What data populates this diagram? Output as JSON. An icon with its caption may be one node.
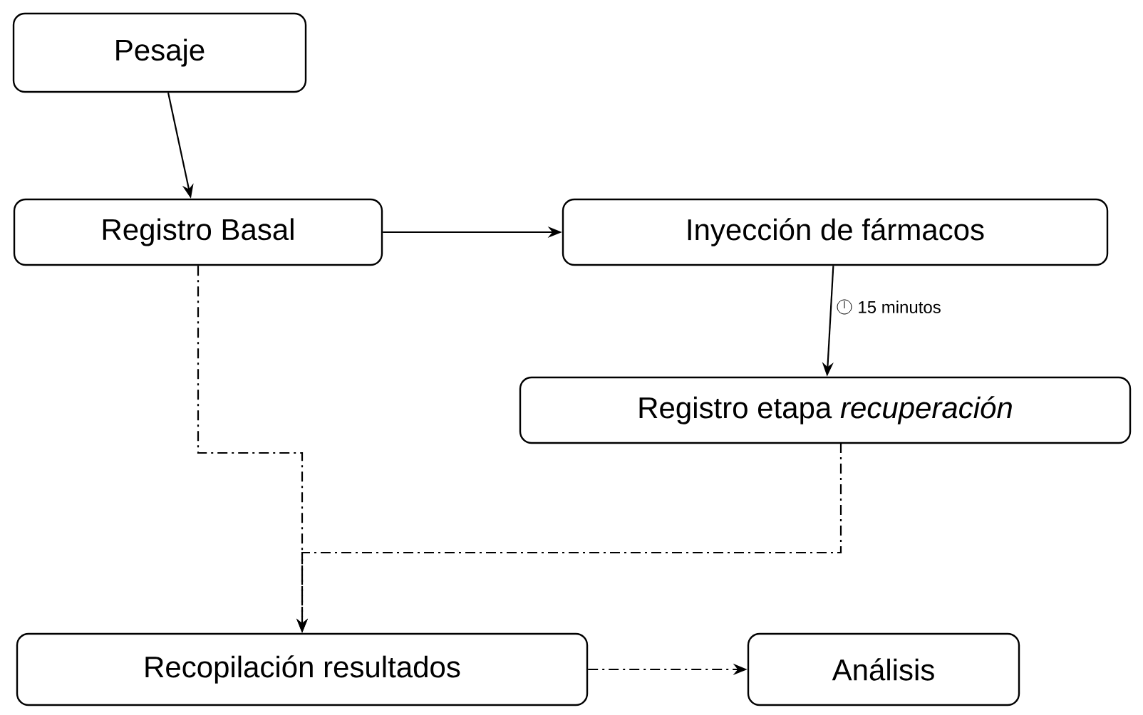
{
  "diagram": {
    "nodes": [
      {
        "text": [
          "Pesaje"
        ]
      },
      {
        "text": [
          "Registro Basal"
        ]
      },
      {
        "text": [
          "Inyección de fármacos"
        ]
      },
      {
        "text": [
          "Registro etapa *recuperación*"
        ]
      },
      {
        "text": [
          "Recopilación resultados"
        ]
      },
      {
        "text": [
          "Análisis"
        ]
      }
    ],
    "edges": [
      {
        "from": 0,
        "to": 1,
        "arrow": "to"
      },
      {
        "from": 1,
        "to": 2,
        "arrow": "to"
      },
      {
        "from": 2,
        "to": 3,
        "arrow": "to",
        "label": "15 minutos"
      },
      {
        "from": 1,
        "to": 4,
        "arrow": "to",
        "style": "dashed"
      },
      {
        "from": 3,
        "to": 4,
        "arrow": "to",
        "style": "dashed"
      },
      {
        "from": 4,
        "to": 5,
        "arrow": "to",
        "style": "dashed"
      }
    ]
  }
}
